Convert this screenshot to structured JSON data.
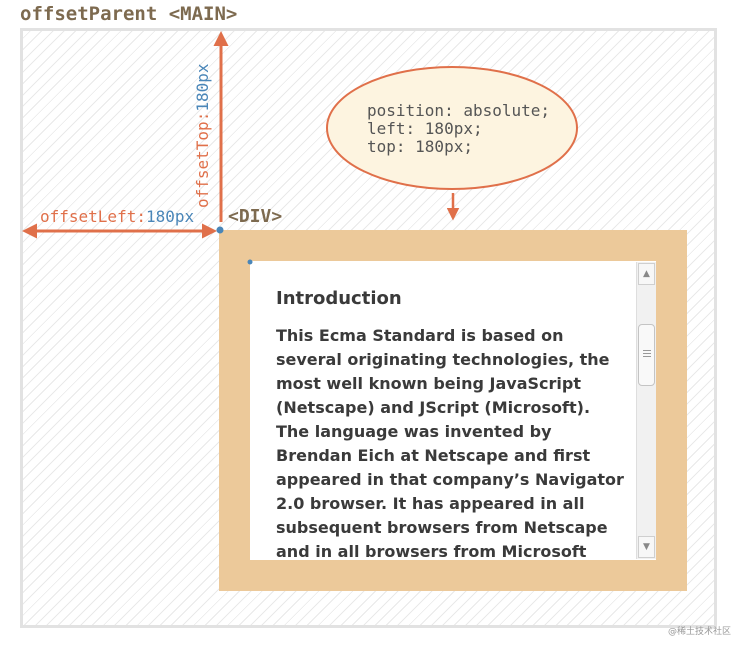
{
  "main": {
    "title": "offsetParent <MAIN>"
  },
  "div_label": "<DIV>",
  "offset_top": {
    "name": "offsetTop:",
    "value": "180px"
  },
  "offset_left": {
    "name": "offsetLeft:",
    "value": "180px"
  },
  "callout": {
    "lines": [
      "position: absolute;",
      "left: 180px;",
      "top: 180px;"
    ]
  },
  "content": {
    "title": "Introduction",
    "body": "This Ecma Standard is based on several originating technologies, the most well known being JavaScript (Netscape) and JScript (Microsoft). The language was invented by Brendan Eich at Netscape and first appeared in that company’s Navigator 2.0 browser. It has appeared in all subsequent browsers from Netscape and in all browsers from Microsoft"
  },
  "scrollbar": {
    "up_icon": "▲",
    "down_icon": "▼"
  },
  "watermark": "@稀土技术社区",
  "colors": {
    "arrow": "#e0704a",
    "value_blue": "#4a86b8",
    "border_tan": "#ecc99a",
    "callout_fill": "#fdf4e0",
    "label_brown": "#7d6a4f"
  }
}
